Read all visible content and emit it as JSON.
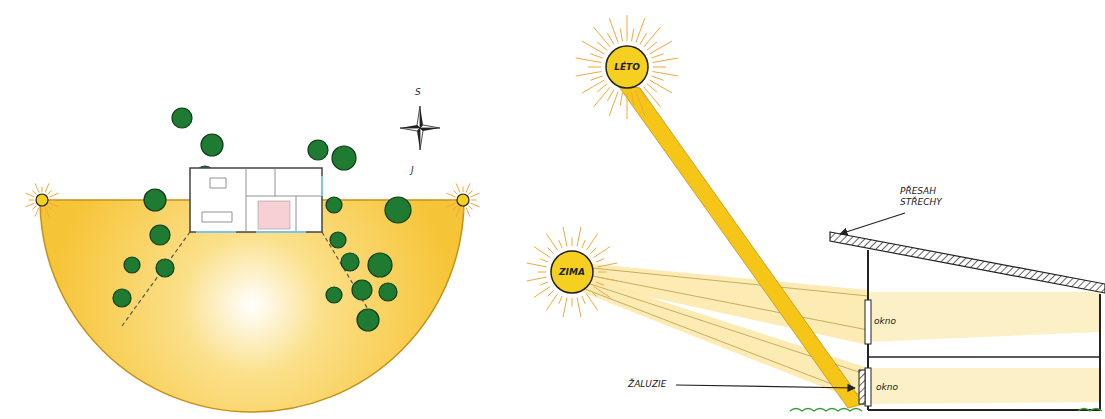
{
  "diagram": {
    "nodes": [
      {
        "text": [
          "LÉTO"
        ]
      },
      {
        "text": [
          "ZIMA"
        ]
      }
    ],
    "labels": [
      "S",
      "J",
      "PŘESAH STŘECHY",
      "okno",
      "okno",
      "ŽALUZIE"
    ]
  }
}
